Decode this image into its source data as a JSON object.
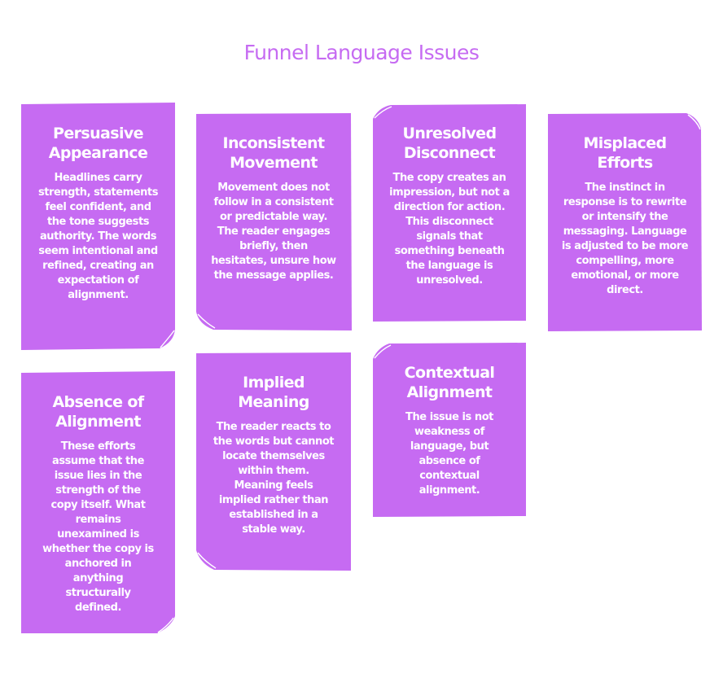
{
  "diagram": {
    "title": "Funnel Language Issues",
    "colors": {
      "title": "#c66bf2",
      "note_fill": "#c66bf2",
      "note_text": "#ffffff"
    },
    "notes": [
      {
        "heading": "Persuasive Appearance",
        "body": "Headlines carry strength, statements feel confident, and the tone suggests authority. The words seem intentional and refined, creating an expectation of alignment."
      },
      {
        "heading": "Inconsistent Movement",
        "body": "Movement does not follow in a consistent or predictable way. The reader engages briefly, then hesitates, unsure how the message applies."
      },
      {
        "heading": "Unresolved Disconnect",
        "body": "The copy creates an impression, but not a direction for action. This disconnect signals that something beneath the language is unresolved."
      },
      {
        "heading": "Misplaced Efforts",
        "body": "The instinct in response is to rewrite or intensify the messaging. Language is adjusted to be more compelling, more emotional, or more direct."
      },
      {
        "heading": "Absence of Alignment",
        "body": "These efforts assume that the issue lies in the strength of the copy itself. What remains unexamined is whether the copy is anchored in anything structurally defined."
      },
      {
        "heading": "Implied Meaning",
        "body": "The reader reacts to the words but cannot locate themselves within them. Meaning feels implied rather than established in a stable way."
      },
      {
        "heading": "Contextual Alignment",
        "body": "The issue is not weakness of language, but absence of contextual alignment."
      }
    ]
  }
}
